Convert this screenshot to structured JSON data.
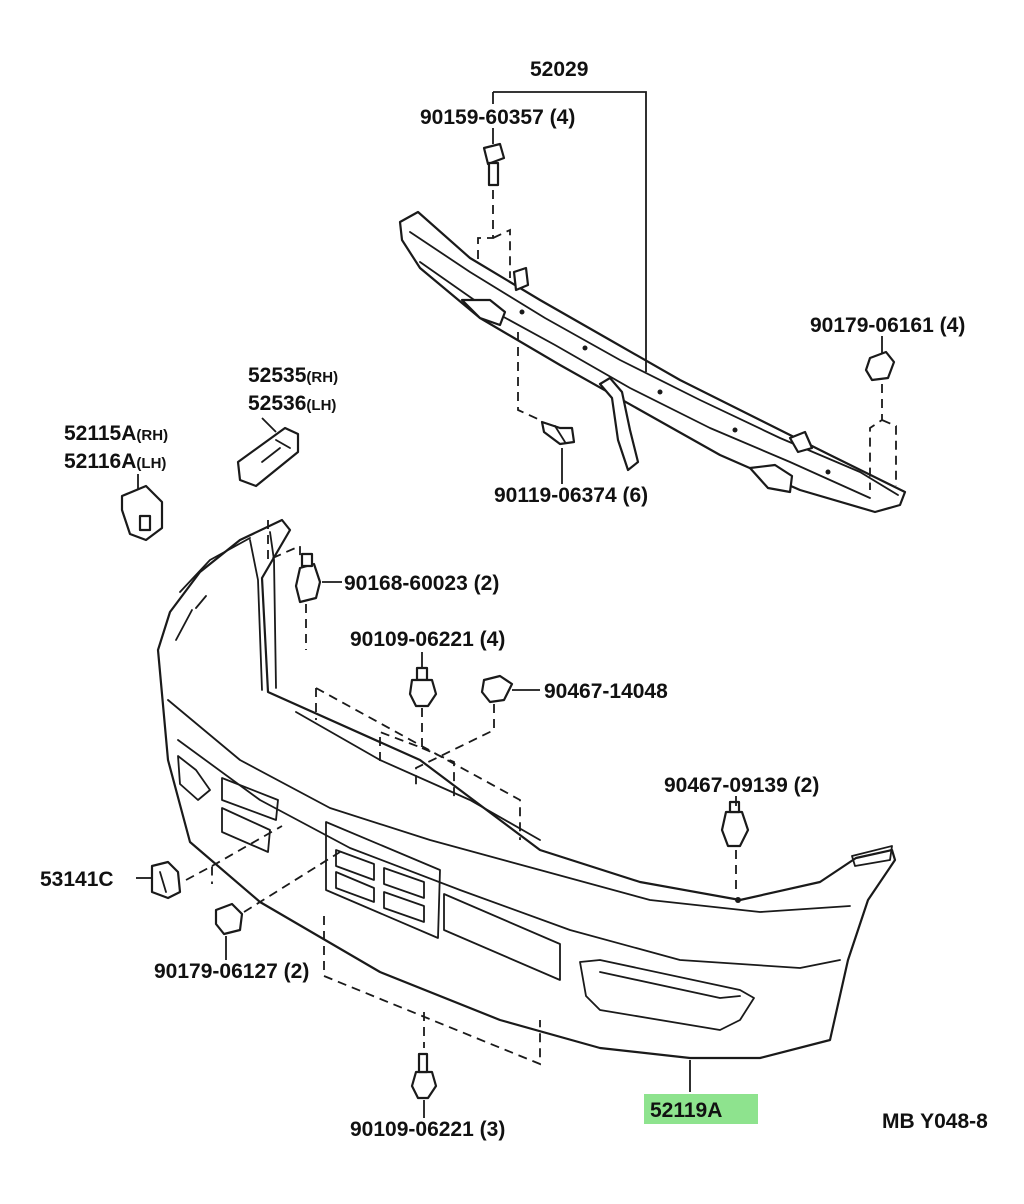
{
  "diagram": {
    "drawing_code": "MB Y048-8",
    "parts": [
      {
        "number": "52029",
        "qty": ""
      },
      {
        "number": "90159-60357",
        "qty": "(4)"
      },
      {
        "number": "90179-06161",
        "qty": "(4)"
      },
      {
        "number": "90119-06374",
        "qty": "(6)"
      },
      {
        "number": "52535",
        "qty": "(RH)"
      },
      {
        "number": "52536",
        "qty": "(LH)"
      },
      {
        "number": "52115A",
        "qty": "(RH)"
      },
      {
        "number": "52116A",
        "qty": "(LH)"
      },
      {
        "number": "90168-60023",
        "qty": "(2)"
      },
      {
        "number": "90109-06221",
        "qty": "(4)"
      },
      {
        "number": "90467-14048",
        "qty": ""
      },
      {
        "number": "90467-09139",
        "qty": "(2)"
      },
      {
        "number": "53141C",
        "qty": ""
      },
      {
        "number": "90179-06127",
        "qty": "(2)"
      },
      {
        "number": "90109-06221",
        "qty": "(3)"
      },
      {
        "number": "52119A",
        "qty": ""
      }
    ],
    "highlighted_part": "52119A",
    "highlight_color": "#8ee38e"
  }
}
